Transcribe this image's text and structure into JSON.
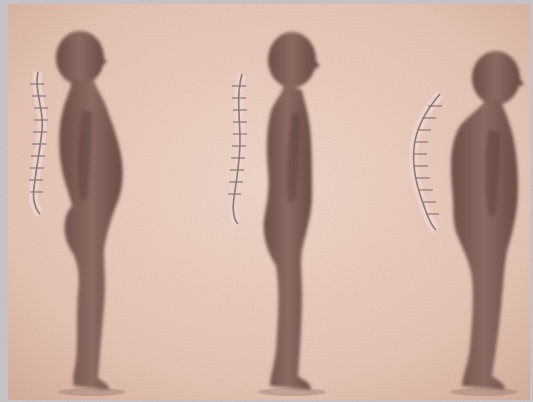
{
  "illustration": {
    "frame_color": "#c8c6cc",
    "paper_light": "#f0d6c8",
    "paper_dark": "#d8b3a2",
    "figure_fill": "#7a5a52",
    "figure_shadow": "#5e433d",
    "spine_stroke": "#8f7a77",
    "figures": [
      {
        "name": "lordosis-posture-figure",
        "icon": "human-silhouette-swayback"
      },
      {
        "name": "normal-posture-figure",
        "icon": "human-silhouette-upright"
      },
      {
        "name": "kyphosis-posture-figure",
        "icon": "human-silhouette-stooped"
      }
    ]
  }
}
